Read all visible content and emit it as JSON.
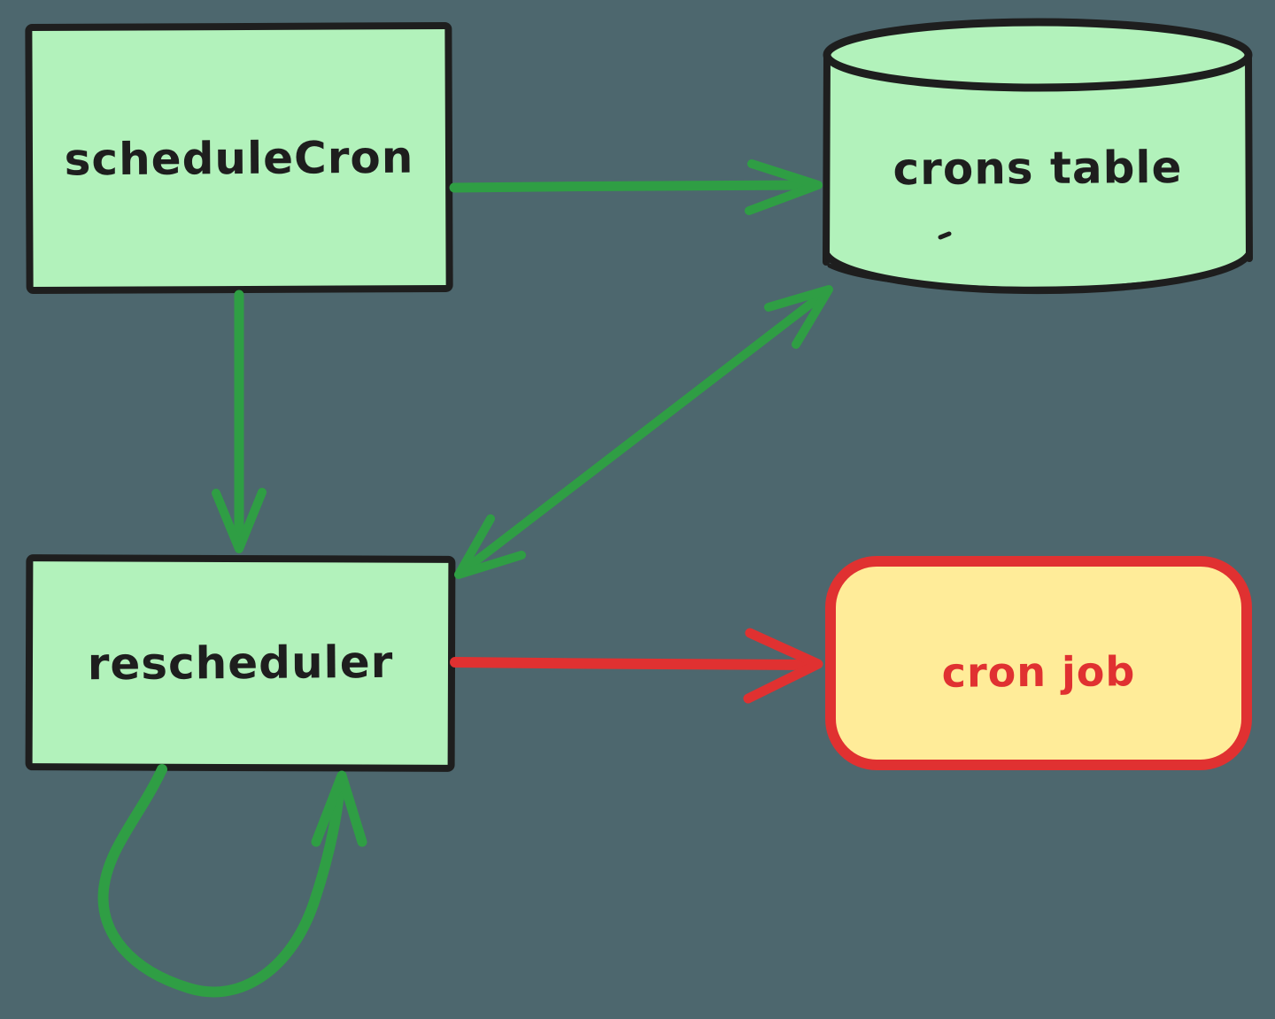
{
  "diagram": {
    "background_color": "#4d676e",
    "stroke_color": "#1e1e1e",
    "accent_green": "#2f9e44",
    "accent_red": "#e03131",
    "node_fill_green": "#b2f2bb",
    "node_fill_yellow": "#ffec99",
    "nodes": {
      "schedulecron": {
        "label": "scheduleCron",
        "shape": "rectangle",
        "fill": "#b2f2bb",
        "stroke": "#1e1e1e",
        "text_color": "#1e1e1e"
      },
      "cronstable": {
        "label": "crons table",
        "shape": "cylinder",
        "fill": "#b2f2bb",
        "stroke": "#1e1e1e",
        "text_color": "#1e1e1e"
      },
      "rescheduler": {
        "label": "rescheduler",
        "shape": "rectangle",
        "fill": "#b2f2bb",
        "stroke": "#1e1e1e",
        "text_color": "#1e1e1e"
      },
      "cronjob": {
        "label": "cron job",
        "shape": "rounded-rectangle",
        "fill": "#ffec99",
        "stroke": "#e03131",
        "text_color": "#e03131"
      }
    },
    "edges": [
      {
        "from": "scheduleCron",
        "to": "crons table",
        "color": "#2f9e44",
        "arrowheads": "end"
      },
      {
        "from": "scheduleCron",
        "to": "rescheduler",
        "color": "#2f9e44",
        "arrowheads": "end"
      },
      {
        "from": "rescheduler",
        "to": "crons table",
        "color": "#2f9e44",
        "arrowheads": "both"
      },
      {
        "from": "rescheduler",
        "to": "cron job",
        "color": "#e03131",
        "arrowheads": "end"
      },
      {
        "from": "rescheduler",
        "to": "rescheduler",
        "color": "#2f9e44",
        "arrowheads": "end",
        "type": "self-loop"
      }
    ]
  }
}
